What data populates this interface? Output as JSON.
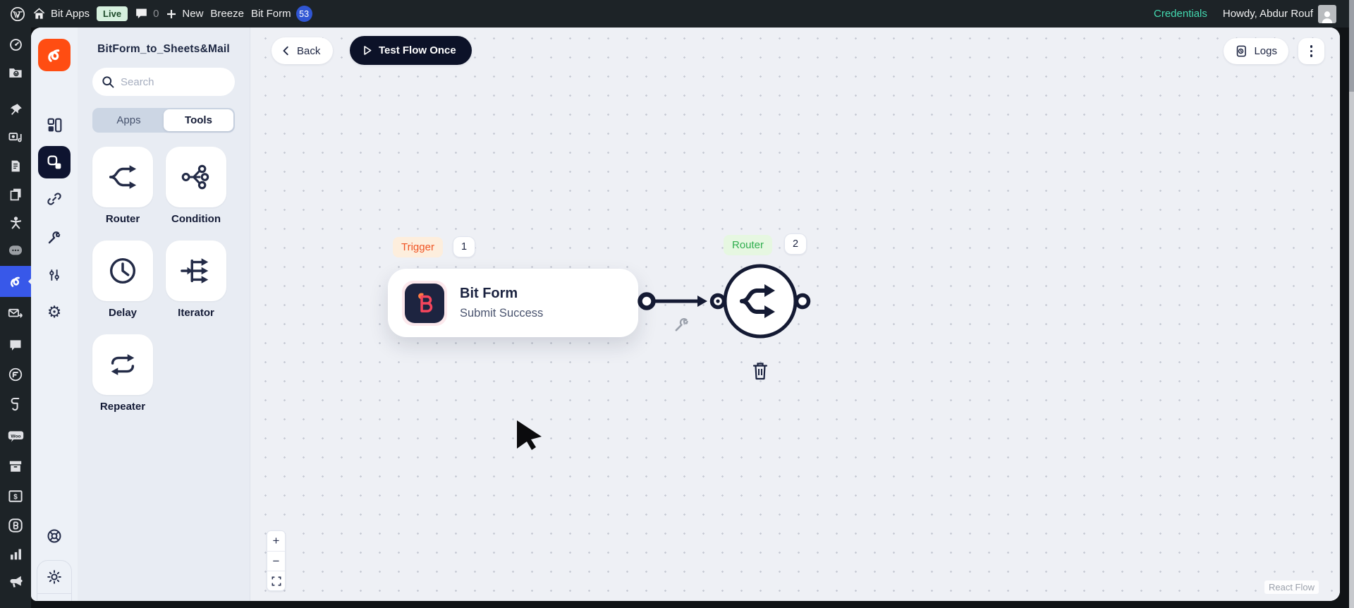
{
  "admin_bar": {
    "site_name": "Bit Apps",
    "live_badge": "Live",
    "comment_count": "0",
    "new_label": "New",
    "breeze_label": "Breeze",
    "bitform_label": "Bit Form",
    "bitform_badge": "53",
    "credentials_label": "Credentials",
    "howdy_label": "Howdy, Abdur Rouf"
  },
  "wp_sidebar": {
    "icons": [
      "dashboard",
      "wp-folder",
      "pin-posts",
      "media",
      "document",
      "pages",
      "people",
      "chat",
      "bit-flows",
      "mail-forward",
      "comment",
      "fluent",
      "bit-assist",
      "woocommerce",
      "archive",
      "payment",
      "bit-form",
      "analytics",
      "megaphone"
    ],
    "active_item": "bit-flows",
    "woo_label": "Woo",
    "payment_glyph": "$"
  },
  "app_rail": {
    "icons": [
      "bit-flows-logo",
      "dashboard-grid",
      "flows",
      "link",
      "tools-wrench",
      "preferences-sliders",
      "settings-gear",
      "support-lifebuoy",
      "light-mode-sun",
      "collapse-panel"
    ],
    "active_icon": "flows",
    "gear_glyph": "⚙"
  },
  "panel": {
    "title": "BitForm_to_Sheets&Mail",
    "search_placeholder": "Search",
    "tabs": [
      {
        "label": "Apps",
        "active": false
      },
      {
        "label": "Tools",
        "active": true
      }
    ],
    "tools": [
      {
        "label": "Router"
      },
      {
        "label": "Condition"
      },
      {
        "label": "Delay"
      },
      {
        "label": "Iterator"
      },
      {
        "label": "Repeater"
      }
    ]
  },
  "toolbar": {
    "back_label": "Back",
    "test_flow_label": "Test Flow Once",
    "logs_label": "Logs"
  },
  "canvas": {
    "trigger": {
      "label": "Trigger",
      "badge": "1",
      "app_name": "Bit Form",
      "event_name": "Submit Success"
    },
    "router": {
      "label": "Router",
      "badge": "2"
    },
    "zoom_in": "+",
    "zoom_out": "−",
    "attribution": "React Flow"
  },
  "colors": {
    "admin_bar_bg": "#1d2327",
    "accent_orange": "#ff4d12",
    "navy": "#0e1430",
    "active_menu_blue": "#3858e9",
    "trigger_text": "#f05423",
    "trigger_bg": "#fdeedd",
    "router_text": "#2fae4e",
    "router_bg": "#e6f7e1",
    "live_bg": "#d6f0de",
    "live_text": "#1e4b2a",
    "badge_blue": "#3056d3",
    "credentials_link": "#43d9b0",
    "canvas_bg": "#eef0f5",
    "panel_bg": "#e8ecf3",
    "edge_color": "#141a33"
  }
}
